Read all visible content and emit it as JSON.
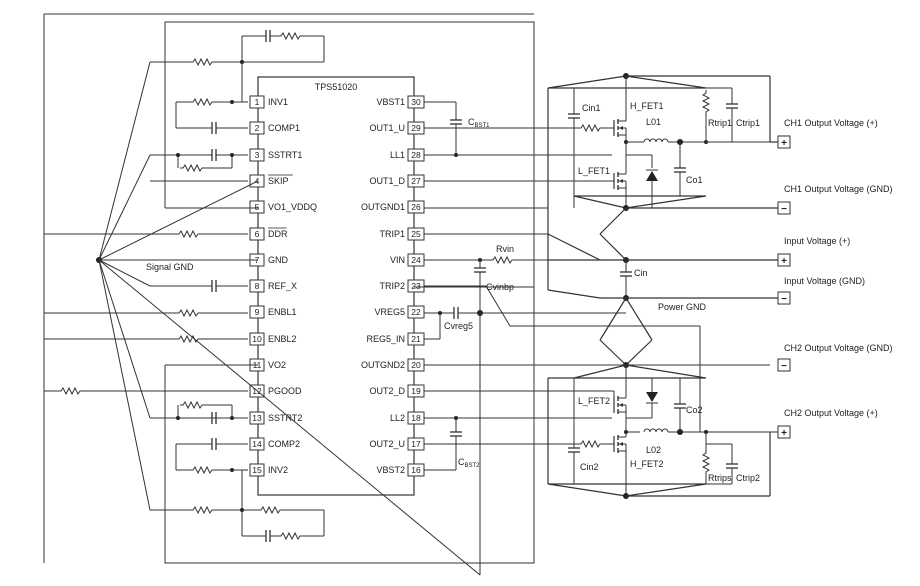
{
  "chip": {
    "name": "TPS51020",
    "left_pins": [
      {
        "num": "1",
        "label": "INV1"
      },
      {
        "num": "2",
        "label": "COMP1"
      },
      {
        "num": "3",
        "label": "SSTRT1"
      },
      {
        "num": "4",
        "label": "SKIP"
      },
      {
        "num": "5",
        "label": "VO1_VDDQ"
      },
      {
        "num": "6",
        "label": "DDR"
      },
      {
        "num": "7",
        "label": "GND"
      },
      {
        "num": "8",
        "label": "REF_X"
      },
      {
        "num": "9",
        "label": "ENBL1"
      },
      {
        "num": "10",
        "label": "ENBL2"
      },
      {
        "num": "11",
        "label": "VO2"
      },
      {
        "num": "12",
        "label": "PGOOD"
      },
      {
        "num": "13",
        "label": "SSTRT2"
      },
      {
        "num": "14",
        "label": "COMP2"
      },
      {
        "num": "15",
        "label": "INV2"
      }
    ],
    "right_pins": [
      {
        "num": "30",
        "label": "VBST1"
      },
      {
        "num": "29",
        "label": "OUT1_U"
      },
      {
        "num": "28",
        "label": "LL1"
      },
      {
        "num": "27",
        "label": "OUT1_D"
      },
      {
        "num": "26",
        "label": "OUTGND1"
      },
      {
        "num": "25",
        "label": "TRIP1"
      },
      {
        "num": "24",
        "label": "VIN"
      },
      {
        "num": "23",
        "label": "TRIP2"
      },
      {
        "num": "22",
        "label": "VREG5"
      },
      {
        "num": "21",
        "label": "REG5_IN"
      },
      {
        "num": "20",
        "label": "OUTGND2"
      },
      {
        "num": "19",
        "label": "OUT2_D"
      },
      {
        "num": "18",
        "label": "LL2"
      },
      {
        "num": "17",
        "label": "OUT2_U"
      },
      {
        "num": "16",
        "label": "VBST2"
      }
    ]
  },
  "labels": {
    "signal_gnd": "Signal GND",
    "power_gnd": "Power GND",
    "cbst1_main": "C",
    "cbst1_sub": "BST1",
    "cbst2_main": "C",
    "cbst2_sub": "BST2",
    "cvinbp": "Cvinbp",
    "cvreg5": "Cvreg5",
    "rvin": "Rvin",
    "cin": "Cin",
    "cin1": "Cin1",
    "cin2": "Cin2",
    "h_fet1": "H_FET1",
    "l_fet1": "L_FET1",
    "h_fet2": "H_FET2",
    "l_fet2": "L_FET2",
    "l01": "L01",
    "l02": "L02",
    "co1": "Co1",
    "co2": "Co2",
    "rtrip1": "Rtrip1",
    "ctrip1": "Ctrip1",
    "rtrips": "Rtrips",
    "ctrip2": "Ctrip2"
  },
  "terminals": [
    {
      "name": "ch1-output-plus",
      "label": "CH1 Output Voltage (+)",
      "symbol": "+"
    },
    {
      "name": "ch1-output-gnd",
      "label": "CH1 Output Voltage (GND)",
      "symbol": "−"
    },
    {
      "name": "input-voltage-plus",
      "label": "Input Voltage (+)",
      "symbol": "+"
    },
    {
      "name": "input-voltage-gnd",
      "label": "Input Voltage (GND)",
      "symbol": "−"
    },
    {
      "name": "ch2-output-gnd",
      "label": "CH2 Output Voltage (GND)",
      "symbol": "−"
    },
    {
      "name": "ch2-output-plus",
      "label": "CH2 Output Voltage (+)",
      "symbol": "+"
    }
  ]
}
